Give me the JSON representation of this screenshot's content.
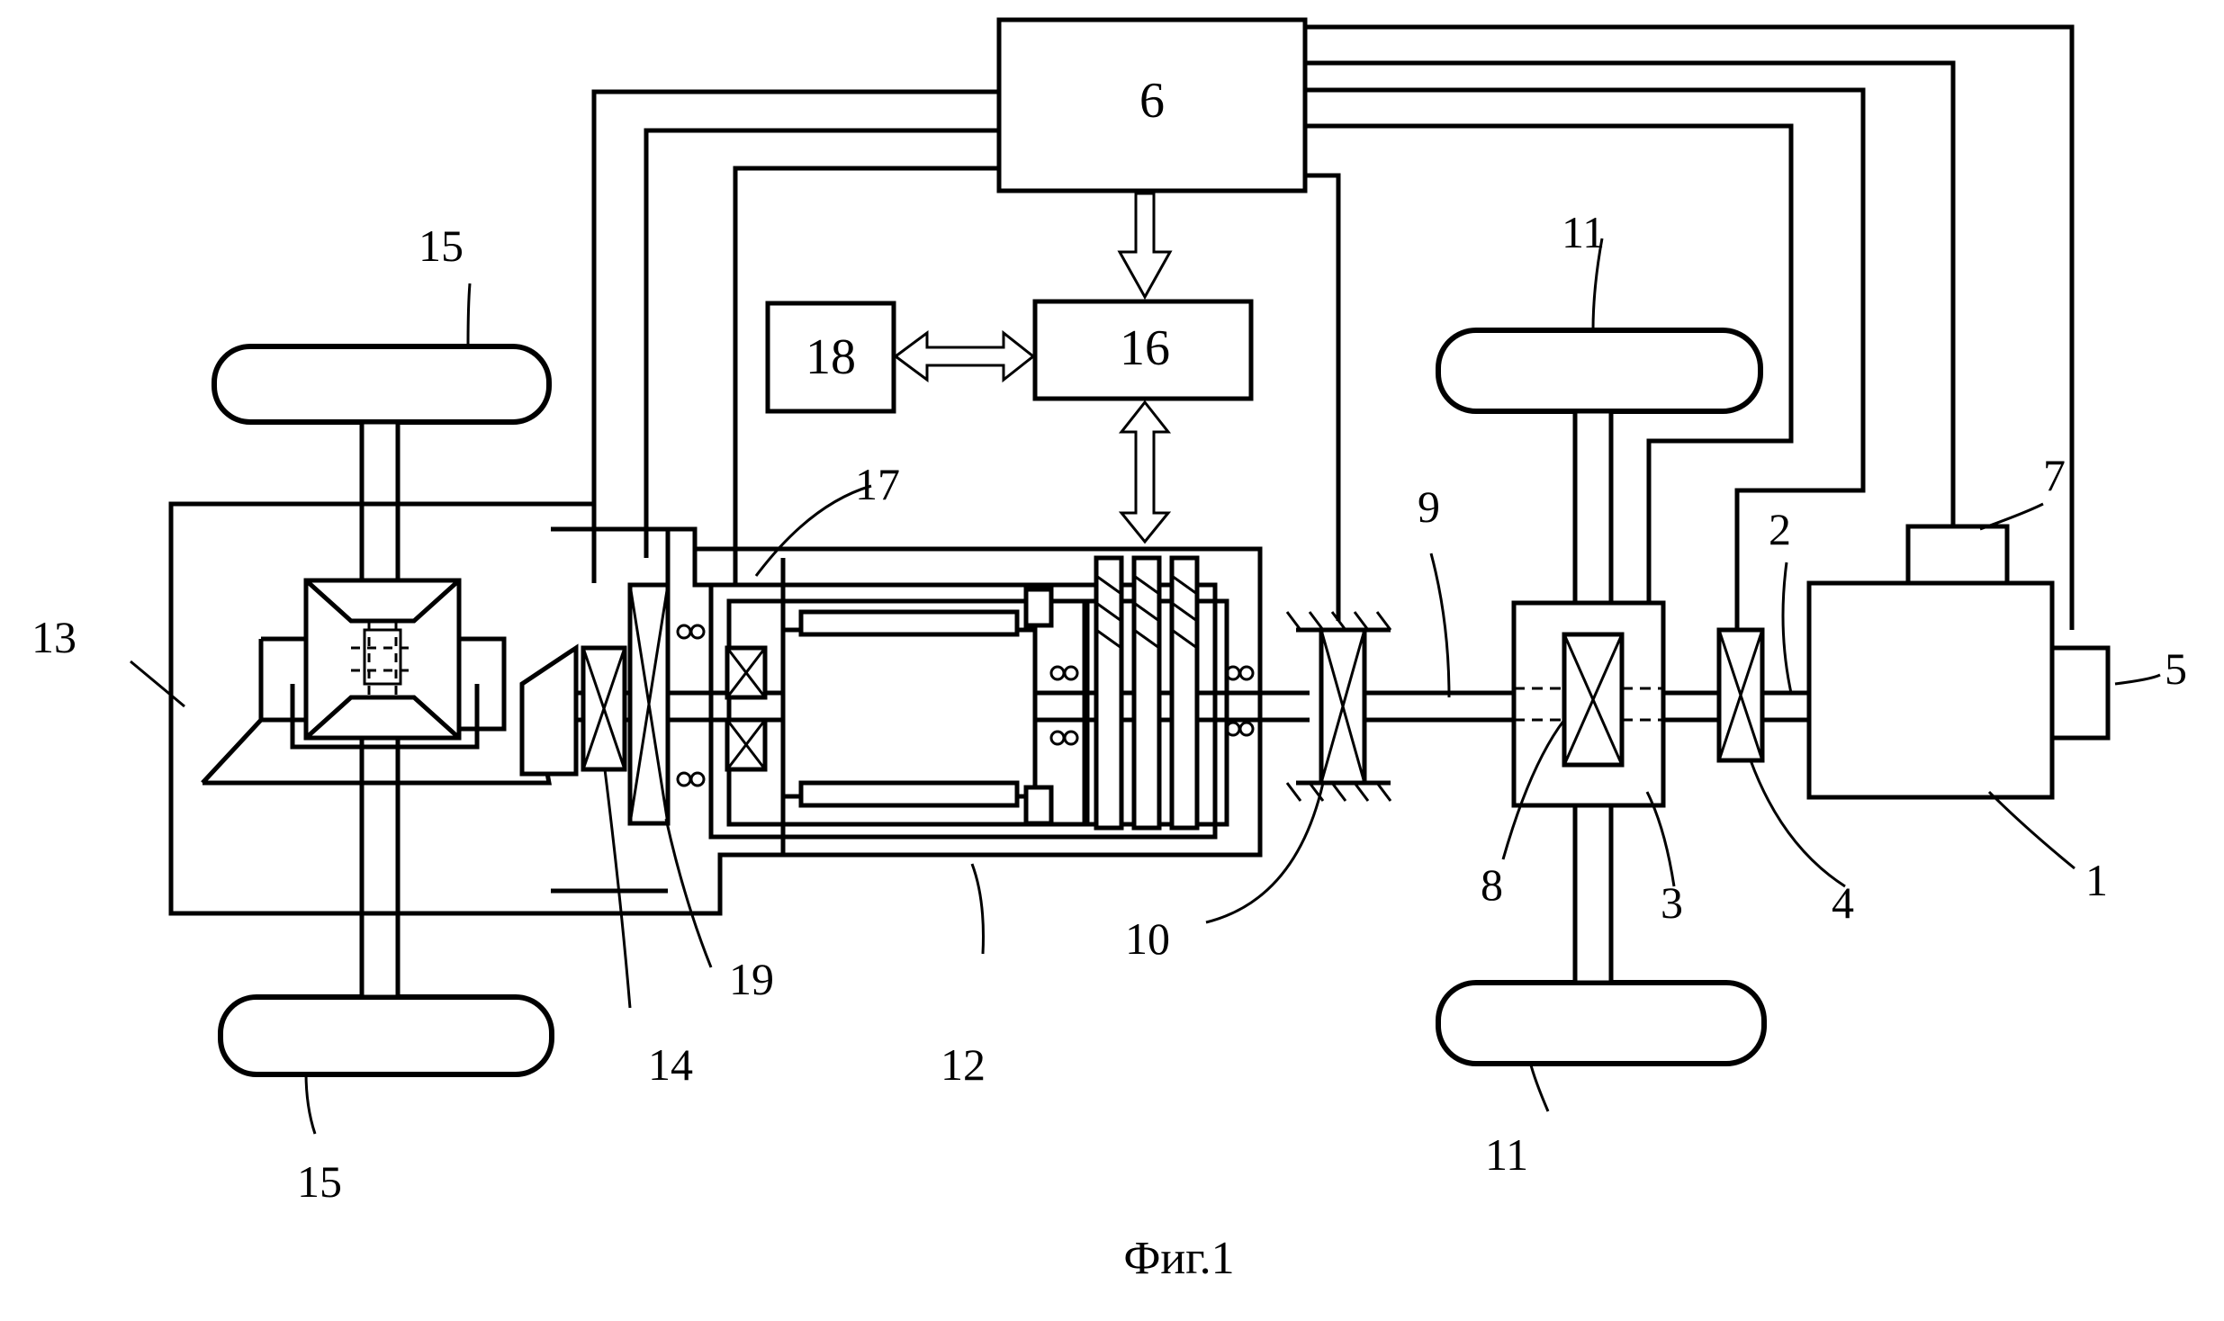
{
  "figure": {
    "caption": "Фиг.1",
    "box_labels": {
      "b6": "6",
      "b16": "16",
      "b18": "18"
    },
    "callouts": {
      "c1": "1",
      "c2": "2",
      "c3": "3",
      "c4": "4",
      "c5": "5",
      "c7": "7",
      "c8": "8",
      "c9": "9",
      "c10": "10",
      "c11_top": "11",
      "c11_bottom": "11",
      "c12": "12",
      "c13": "13",
      "c14": "14",
      "c15_top": "15",
      "c15_bottom": "15",
      "c17": "17",
      "c19": "19"
    }
  }
}
